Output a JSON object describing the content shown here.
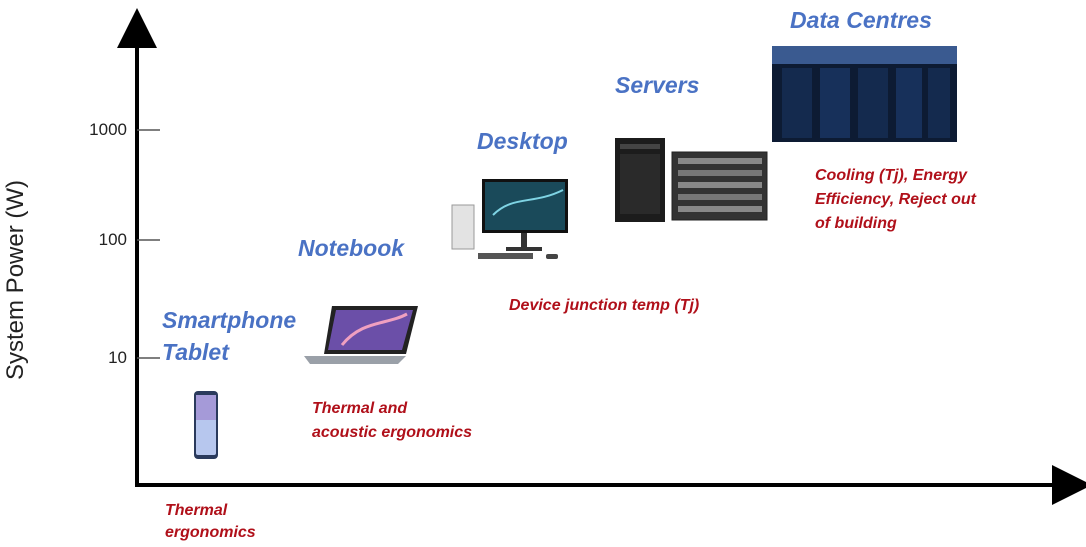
{
  "axes": {
    "ylabel": "System Power (W)",
    "ticks": [
      "1000",
      "100",
      "10"
    ]
  },
  "devices": [
    {
      "name": "Smartphone",
      "name2": "Tablet",
      "note": "Thermal",
      "note2": "ergonomics"
    },
    {
      "name": "Notebook",
      "note": "Thermal and",
      "note2": "acoustic ergonomics"
    },
    {
      "name": "Desktop",
      "note": "Device junction temp (Tj)"
    },
    {
      "name": "Servers"
    },
    {
      "name": "Data Centres",
      "note": "Cooling (Tj), Energy",
      "note2": "Efficiency, Reject out",
      "note3": "of building"
    }
  ],
  "colors": {
    "category": "#4a72c4",
    "note": "#b0101a",
    "axis": "#000000"
  }
}
